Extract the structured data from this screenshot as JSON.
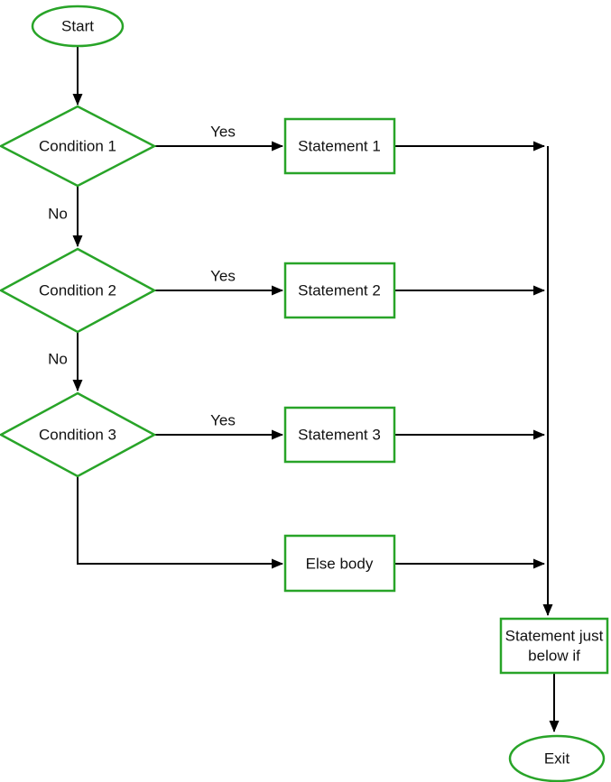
{
  "diagram": {
    "type": "flowchart",
    "description": "if-else-if ladder flowchart",
    "colors": {
      "shape_stroke": "#28a428",
      "line": "#000000",
      "text": "#111111",
      "background": "#ffffff"
    },
    "nodes": {
      "start": {
        "label": "Start",
        "shape": "ellipse"
      },
      "condition1": {
        "label": "Condition 1",
        "shape": "diamond"
      },
      "condition2": {
        "label": "Condition 2",
        "shape": "diamond"
      },
      "condition3": {
        "label": "Condition 3",
        "shape": "diamond"
      },
      "statement1": {
        "label": "Statement 1",
        "shape": "rectangle"
      },
      "statement2": {
        "label": "Statement 2",
        "shape": "rectangle"
      },
      "statement3": {
        "label": "Statement 3",
        "shape": "rectangle"
      },
      "else_body": {
        "label": "Else body",
        "shape": "rectangle"
      },
      "statement_below": {
        "label": "Statement just below if",
        "lines": [
          "Statement just",
          "below if"
        ],
        "shape": "rectangle"
      },
      "exit": {
        "label": "Exit",
        "shape": "ellipse"
      }
    },
    "edge_labels": {
      "yes1": "Yes",
      "yes2": "Yes",
      "yes3": "Yes",
      "no1": "No",
      "no2": "No"
    }
  }
}
